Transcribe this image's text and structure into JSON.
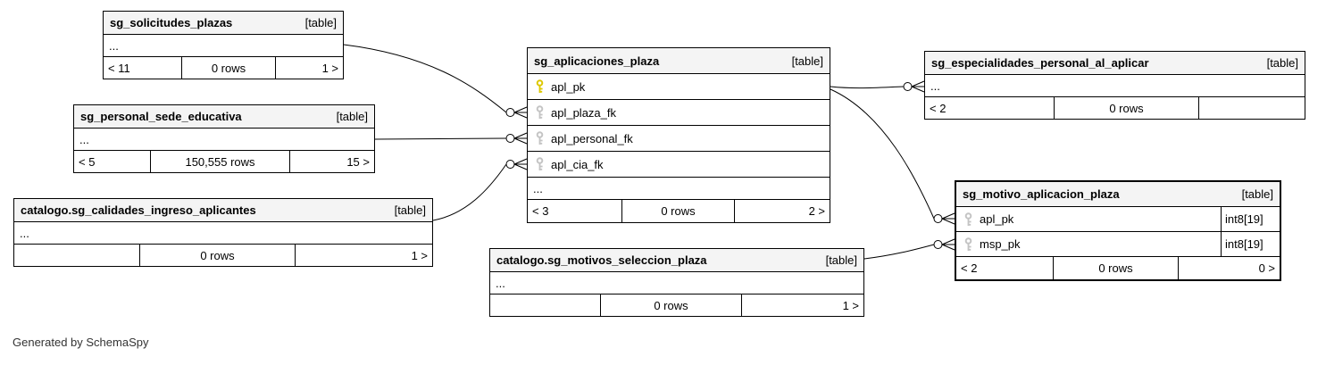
{
  "diagram": {
    "footer_note": "Generated by SchemaSpy",
    "colors": {
      "header_bg": "#f4f4f4",
      "primary_key": "#ddc800",
      "foreign_key": "#c4c4c4"
    },
    "tables": [
      {
        "name": "sg_solicitudes_plazas",
        "type_label": "[table]",
        "ellipsis": "...",
        "footer": {
          "left": "< 11",
          "center": "0 rows",
          "right": "1 >"
        }
      },
      {
        "name": "sg_personal_sede_educativa",
        "type_label": "[table]",
        "ellipsis": "...",
        "footer": {
          "left": "< 5",
          "center": "150,555 rows",
          "right": "15 >"
        }
      },
      {
        "name": "catalogo.sg_calidades_ingreso_aplicantes",
        "type_label": "[table]",
        "ellipsis": "...",
        "footer": {
          "left": "",
          "center": "0 rows",
          "right": "1 >"
        }
      },
      {
        "name": "sg_aplicaciones_plaza",
        "type_label": "[table]",
        "ellipsis": "...",
        "columns": [
          {
            "name": "apl_pk",
            "key": "primary"
          },
          {
            "name": "apl_plaza_fk",
            "key": "foreign"
          },
          {
            "name": "apl_personal_fk",
            "key": "foreign"
          },
          {
            "name": "apl_cia_fk",
            "key": "foreign"
          }
        ],
        "footer": {
          "left": "< 3",
          "center": "0 rows",
          "right": "2 >"
        }
      },
      {
        "name": "sg_especialidades_personal_al_aplicar",
        "type_label": "[table]",
        "ellipsis": "...",
        "footer": {
          "left": "< 2",
          "center": "0 rows",
          "right": ""
        }
      },
      {
        "name": "sg_motivo_aplicacion_plaza",
        "type_label": "[table]",
        "emphasized": true,
        "columns": [
          {
            "name": "apl_pk",
            "type": "int8[19]",
            "key": "foreign"
          },
          {
            "name": "msp_pk",
            "type": "int8[19]",
            "key": "foreign"
          }
        ],
        "footer": {
          "left": "< 2",
          "center": "0 rows",
          "right": "0 >"
        }
      },
      {
        "name": "catalogo.sg_motivos_seleccion_plaza",
        "type_label": "[table]",
        "ellipsis": "...",
        "footer": {
          "left": "",
          "center": "0 rows",
          "right": "1 >"
        }
      }
    ],
    "relationships": [
      {
        "from": "sg_solicitudes_plazas",
        "to": "sg_aplicaciones_plaza.apl_plaza_fk"
      },
      {
        "from": "sg_personal_sede_educativa",
        "to": "sg_aplicaciones_plaza.apl_personal_fk"
      },
      {
        "from": "catalogo.sg_calidades_ingreso_aplicantes",
        "to": "sg_aplicaciones_plaza.apl_cia_fk"
      },
      {
        "from": "sg_aplicaciones_plaza.apl_pk",
        "to": "sg_especialidades_personal_al_aplicar"
      },
      {
        "from": "sg_aplicaciones_plaza.apl_pk",
        "to": "sg_motivo_aplicacion_plaza.apl_pk"
      },
      {
        "from": "catalogo.sg_motivos_seleccion_plaza",
        "to": "sg_motivo_aplicacion_plaza.msp_pk"
      }
    ]
  }
}
